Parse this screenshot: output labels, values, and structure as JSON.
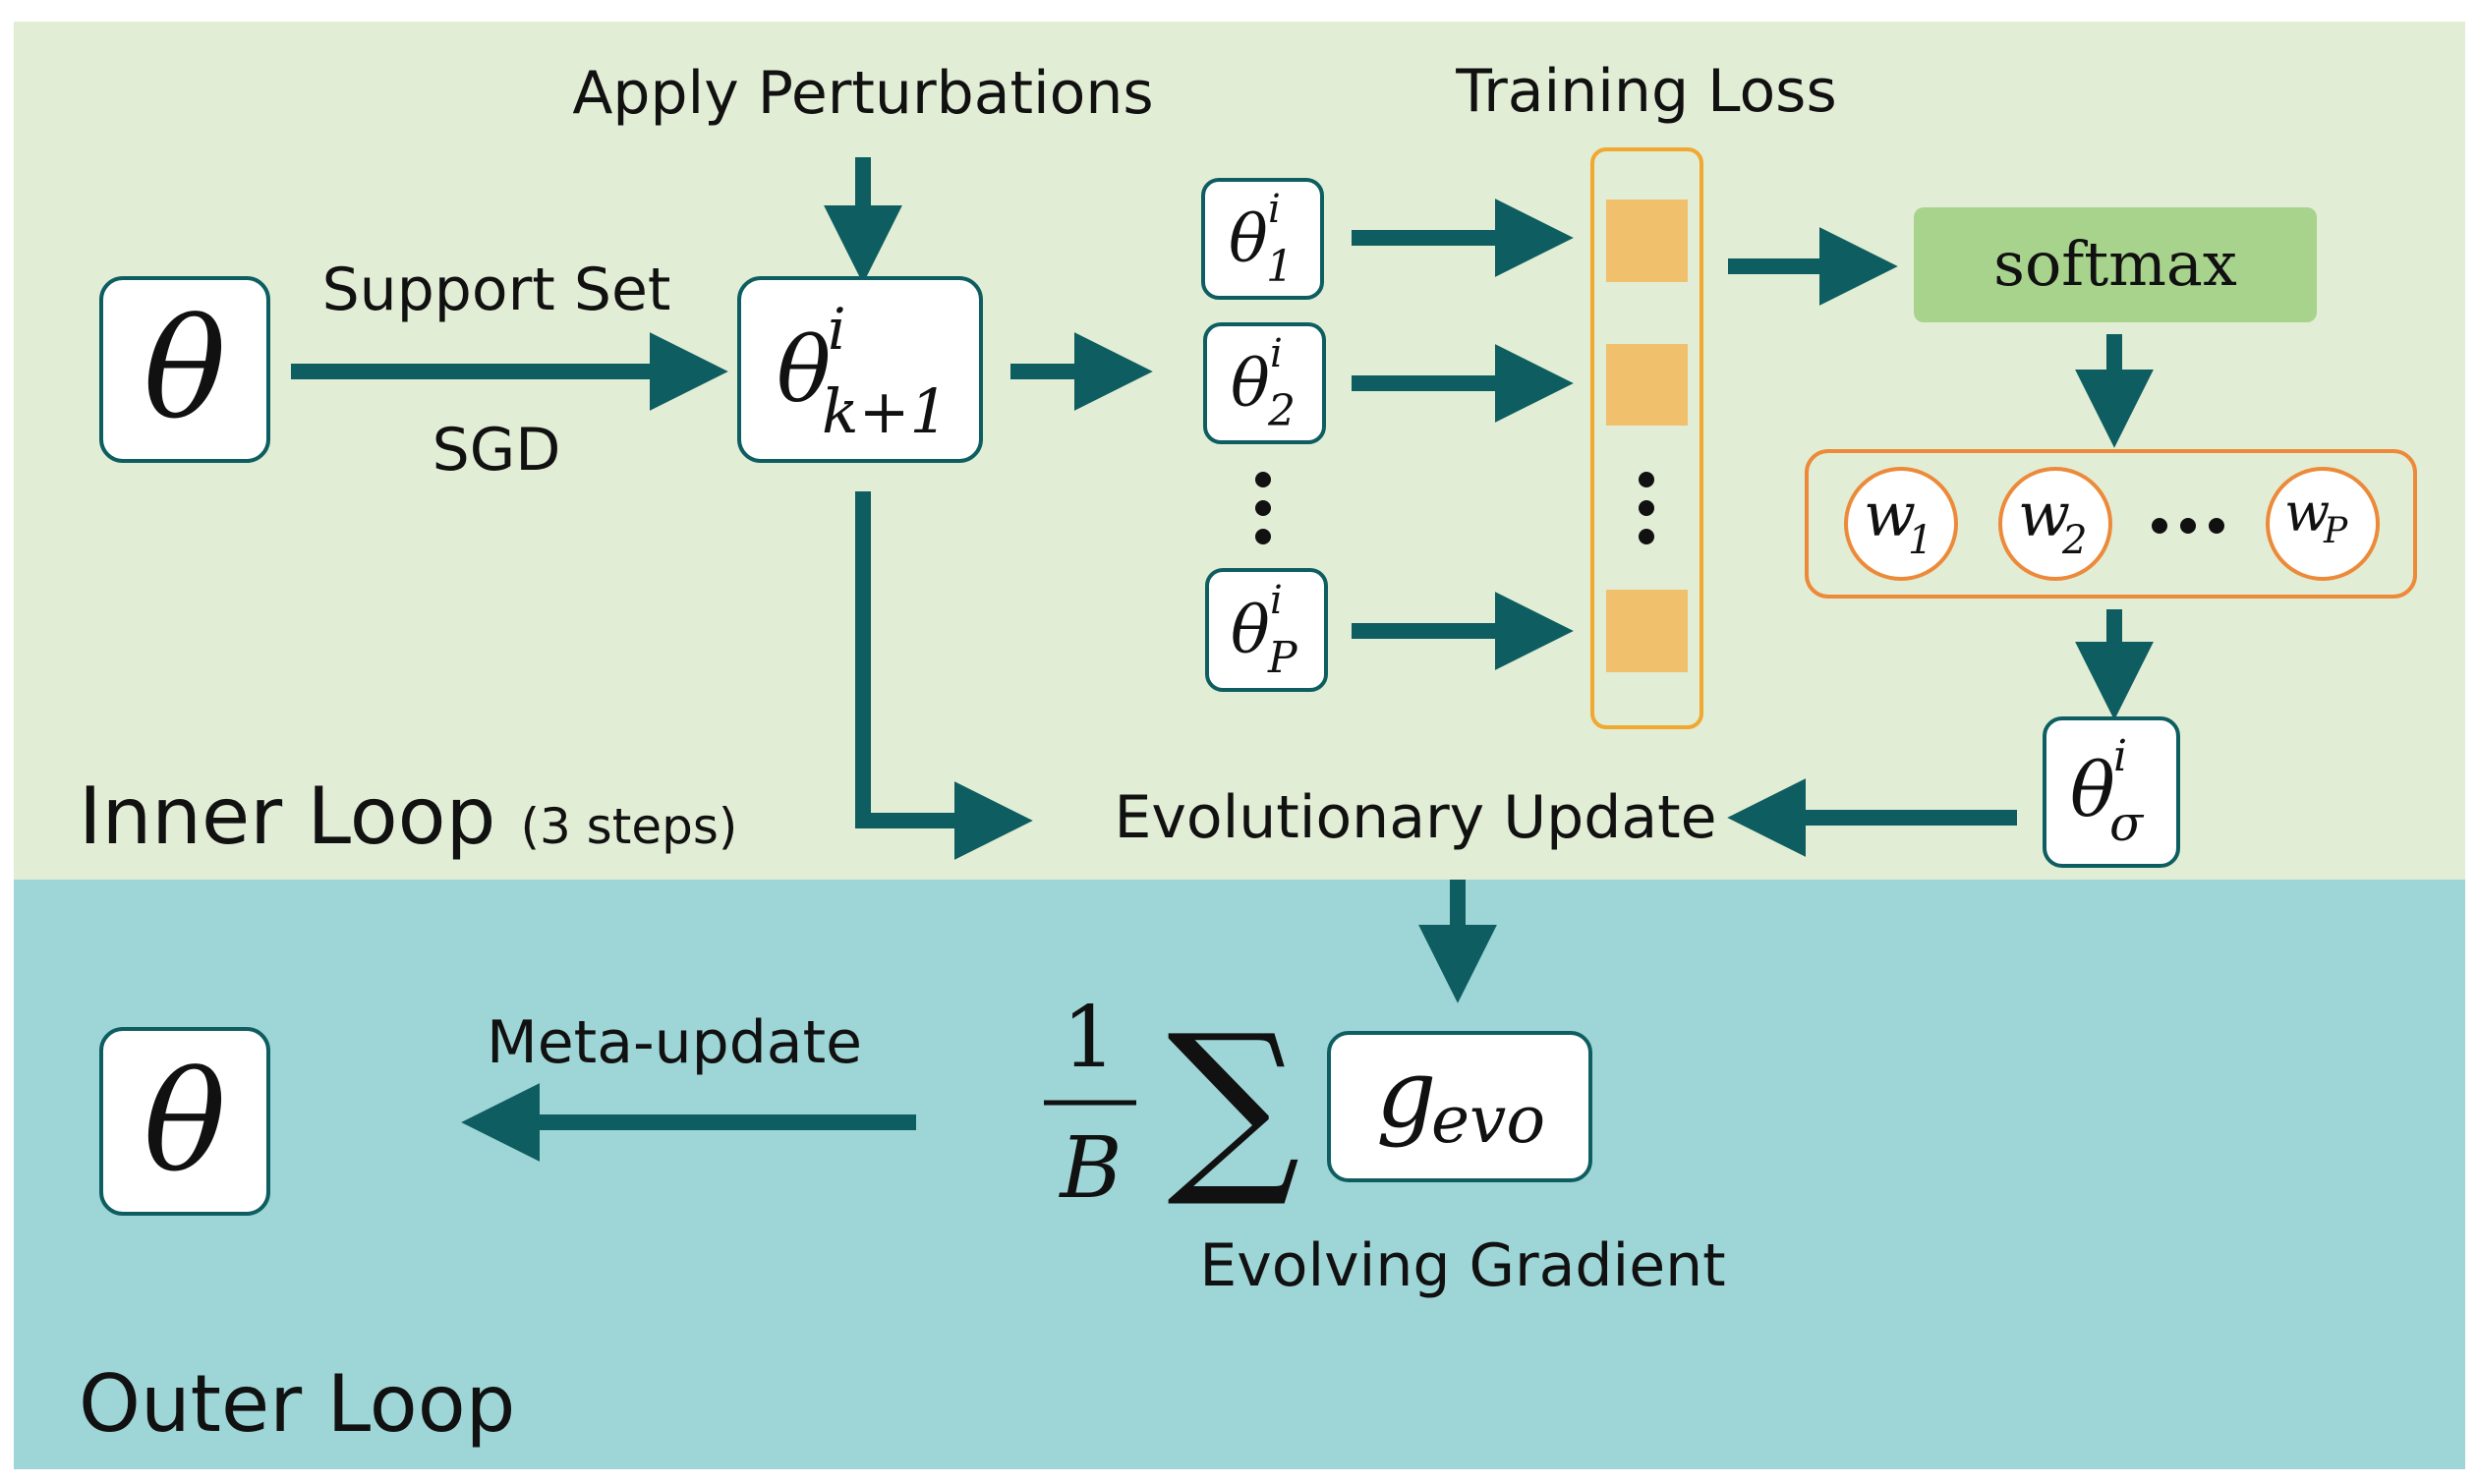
{
  "colors": {
    "inner_bg": "#e2edd5",
    "outer_bg": "#9ed5d6",
    "arrow": "#0e5e61",
    "loss_cell": "#f0c06c",
    "loss_border": "#f0a830",
    "softmax_fill": "#a8d38d",
    "weights_border": "#ec8a3a"
  },
  "labels": {
    "apply_perturbations": "Apply Perturbations",
    "training_loss": "Training Loss",
    "support_set": "Support Set",
    "sgd": "SGD",
    "softmax": "softmax",
    "inner_loop": "Inner Loop",
    "inner_loop_steps": "(3 steps)",
    "evolutionary_update": "Evolutionary Update",
    "meta_update": "Meta-update",
    "evolving_gradient": "Evolving Gradient",
    "outer_loop": "Outer Loop"
  },
  "math": {
    "theta": "θ",
    "theta_k1_base": "θ",
    "theta_k1_sup": "i",
    "theta_k1_sub": "k+1",
    "perturbed": [
      {
        "base": "θ",
        "sup": "i",
        "sub": "1"
      },
      {
        "base": "θ",
        "sup": "i",
        "sub": "2"
      },
      {
        "base": "θ",
        "sup": "i",
        "sub": "P"
      }
    ],
    "weights": [
      {
        "base": "w",
        "sub": "1"
      },
      {
        "base": "w",
        "sub": "2"
      },
      {
        "base": "w",
        "sub": "P"
      }
    ],
    "theta_sigma_base": "θ",
    "theta_sigma_sup": "i",
    "theta_sigma_sub": "σ",
    "frac_num": "1",
    "frac_den": "B",
    "sum_symbol": "∑",
    "g_base": "g",
    "g_sub": "evo"
  },
  "icons": {
    "vertical_ellipsis": "vertical-ellipsis-icon",
    "horizontal_ellipsis": "horizontal-ellipsis-icon"
  }
}
